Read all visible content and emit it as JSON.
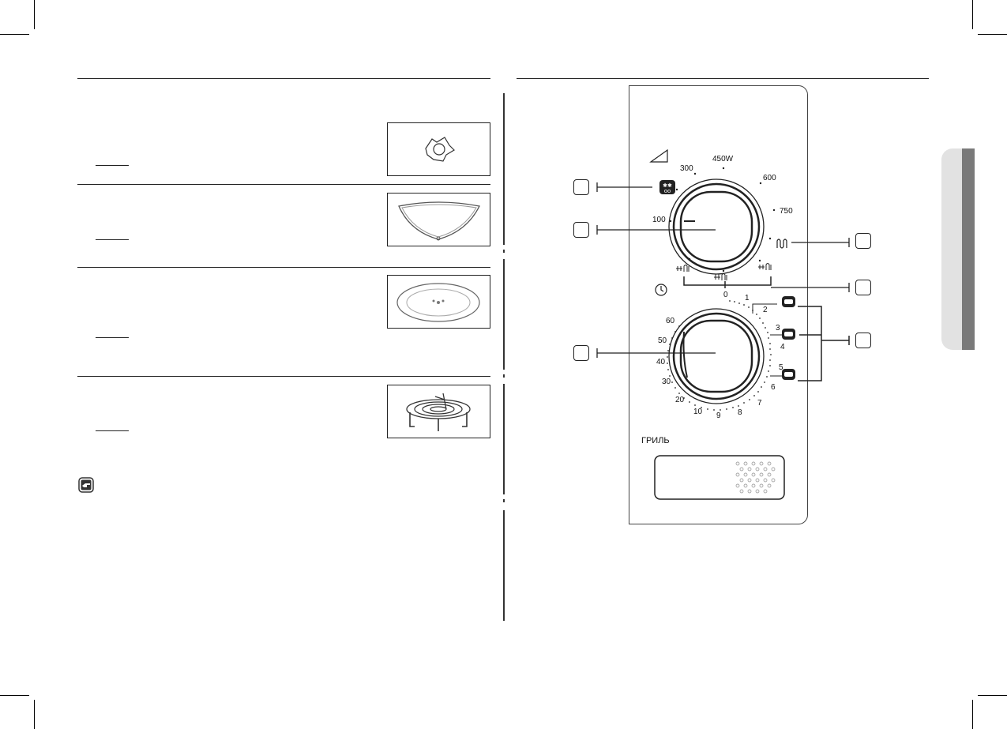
{
  "control_panel": {
    "power_labels": {
      "p100": "100",
      "p300": "300",
      "p450": "450W",
      "p600": "600",
      "p750": "750"
    },
    "timer_labels": {
      "t0": "0",
      "t1": "1",
      "t2": "2",
      "t3": "3",
      "t4": "4",
      "t5": "5",
      "t6": "6",
      "t7": "7",
      "t8": "8",
      "t9": "9",
      "t10": "10",
      "t20": "20",
      "t30": "30",
      "t40": "40",
      "t50": "50",
      "t60": "60"
    },
    "grill_label": "ГРИЛЬ"
  },
  "icons": {
    "coupler": "coupler-icon",
    "roller_ring": "roller-ring-icon",
    "turntable": "turntable-icon",
    "grill_rack": "grill-rack-icon",
    "note": "note-hand-icon",
    "defrost": "defrost-icon",
    "clock": "clock-icon",
    "grill": "grill-icon",
    "combi": "combi-icon",
    "power": "power-wedge-icon"
  },
  "colors": {
    "line": "#222222",
    "tab_dark": "#7a7a7a",
    "tab_light": "#e2e2e2"
  }
}
